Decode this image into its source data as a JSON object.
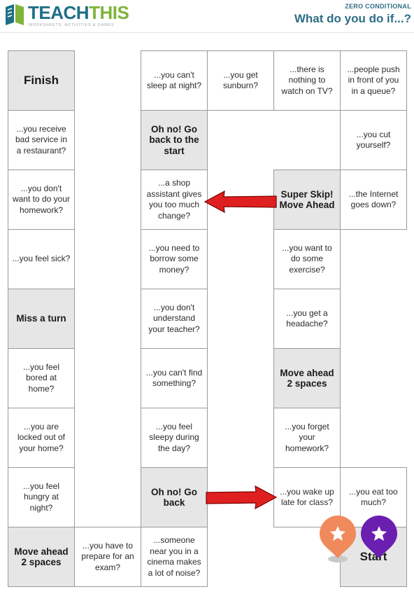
{
  "brand": {
    "name_part1": "TEACH",
    "name_part2": "THIS",
    "tagline": "WORKSHEETS, ACTIVITIES & GAMES",
    "color_teal": "#1f6f87",
    "color_green": "#7fb43a"
  },
  "header": {
    "subtitle": "ZERO CONDITIONAL",
    "title": "What do you do if...?"
  },
  "board": {
    "squares": [
      {
        "id": "finish",
        "text": "Finish",
        "special": true
      },
      {
        "id": "bad-service",
        "text": "...you receive bad service in a restaurant?",
        "special": false
      },
      {
        "id": "homework",
        "text": "...you don't want to do your homework?",
        "special": false
      },
      {
        "id": "sick",
        "text": "...you feel sick?",
        "special": false
      },
      {
        "id": "miss-turn",
        "text": "Miss a turn",
        "special": true
      },
      {
        "id": "bored",
        "text": "...you feel bored at home?",
        "special": false
      },
      {
        "id": "locked-out",
        "text": "...you are locked out of your home?",
        "special": false
      },
      {
        "id": "hungry",
        "text": "...you feel hungry at night?",
        "special": false
      },
      {
        "id": "move-ahead-2-a",
        "text": "Move ahead 2 spaces",
        "special": true
      },
      {
        "id": "exam",
        "text": "...you have to prepare for an exam?",
        "special": false
      },
      {
        "id": "cinema-noise",
        "text": "...someone near you in a cinema makes a lot of noise?",
        "special": false
      },
      {
        "id": "go-back",
        "text": "Oh no! Go back",
        "special": true
      },
      {
        "id": "sleepy",
        "text": "...you feel sleepy during the day?",
        "special": false
      },
      {
        "id": "cant-find",
        "text": "...you can't find something?",
        "special": false
      },
      {
        "id": "dont-understand",
        "text": "...you don't understand your teacher?",
        "special": false
      },
      {
        "id": "borrow-money",
        "text": "...you need to borrow some money?",
        "special": false
      },
      {
        "id": "too-much-change",
        "text": "...a shop assistant gives you too much change?",
        "special": false
      },
      {
        "id": "back-to-start",
        "text": "Oh no! Go back to the start",
        "special": true
      },
      {
        "id": "cant-sleep",
        "text": "...you can't sleep at night?",
        "special": false
      },
      {
        "id": "sunburn",
        "text": "...you get sunburn?",
        "special": false
      },
      {
        "id": "nothing-on-tv",
        "text": "...there is nothing to watch on TV?",
        "special": false
      },
      {
        "id": "queue",
        "text": "...people push in front of you in a queue?",
        "special": false
      },
      {
        "id": "cut-yourself",
        "text": "...you cut yourself?",
        "special": false
      },
      {
        "id": "internet-down",
        "text": "...the Internet goes down?",
        "special": false
      },
      {
        "id": "super-skip",
        "text": "Super Skip! Move Ahead",
        "special": true
      },
      {
        "id": "exercise",
        "text": "...you want to do some exercise?",
        "special": false
      },
      {
        "id": "headache",
        "text": "...you get a headache?",
        "special": false
      },
      {
        "id": "move-ahead-2-b",
        "text": "Move ahead 2 spaces",
        "special": true
      },
      {
        "id": "forget-homework",
        "text": "...you forget your homework?",
        "special": false
      },
      {
        "id": "wake-up-late",
        "text": "...you wake up late for class?",
        "special": false
      },
      {
        "id": "eat-too-much",
        "text": "...you eat too much?",
        "special": false
      },
      {
        "id": "start",
        "text": "Start",
        "special": true
      }
    ]
  },
  "pins": [
    {
      "icon": "star-icon",
      "color": "#f08a5d"
    },
    {
      "icon": "star-icon",
      "color": "#6b1fb1"
    }
  ],
  "arrows": {
    "color": "#e02020",
    "outline": "#7a0000"
  }
}
